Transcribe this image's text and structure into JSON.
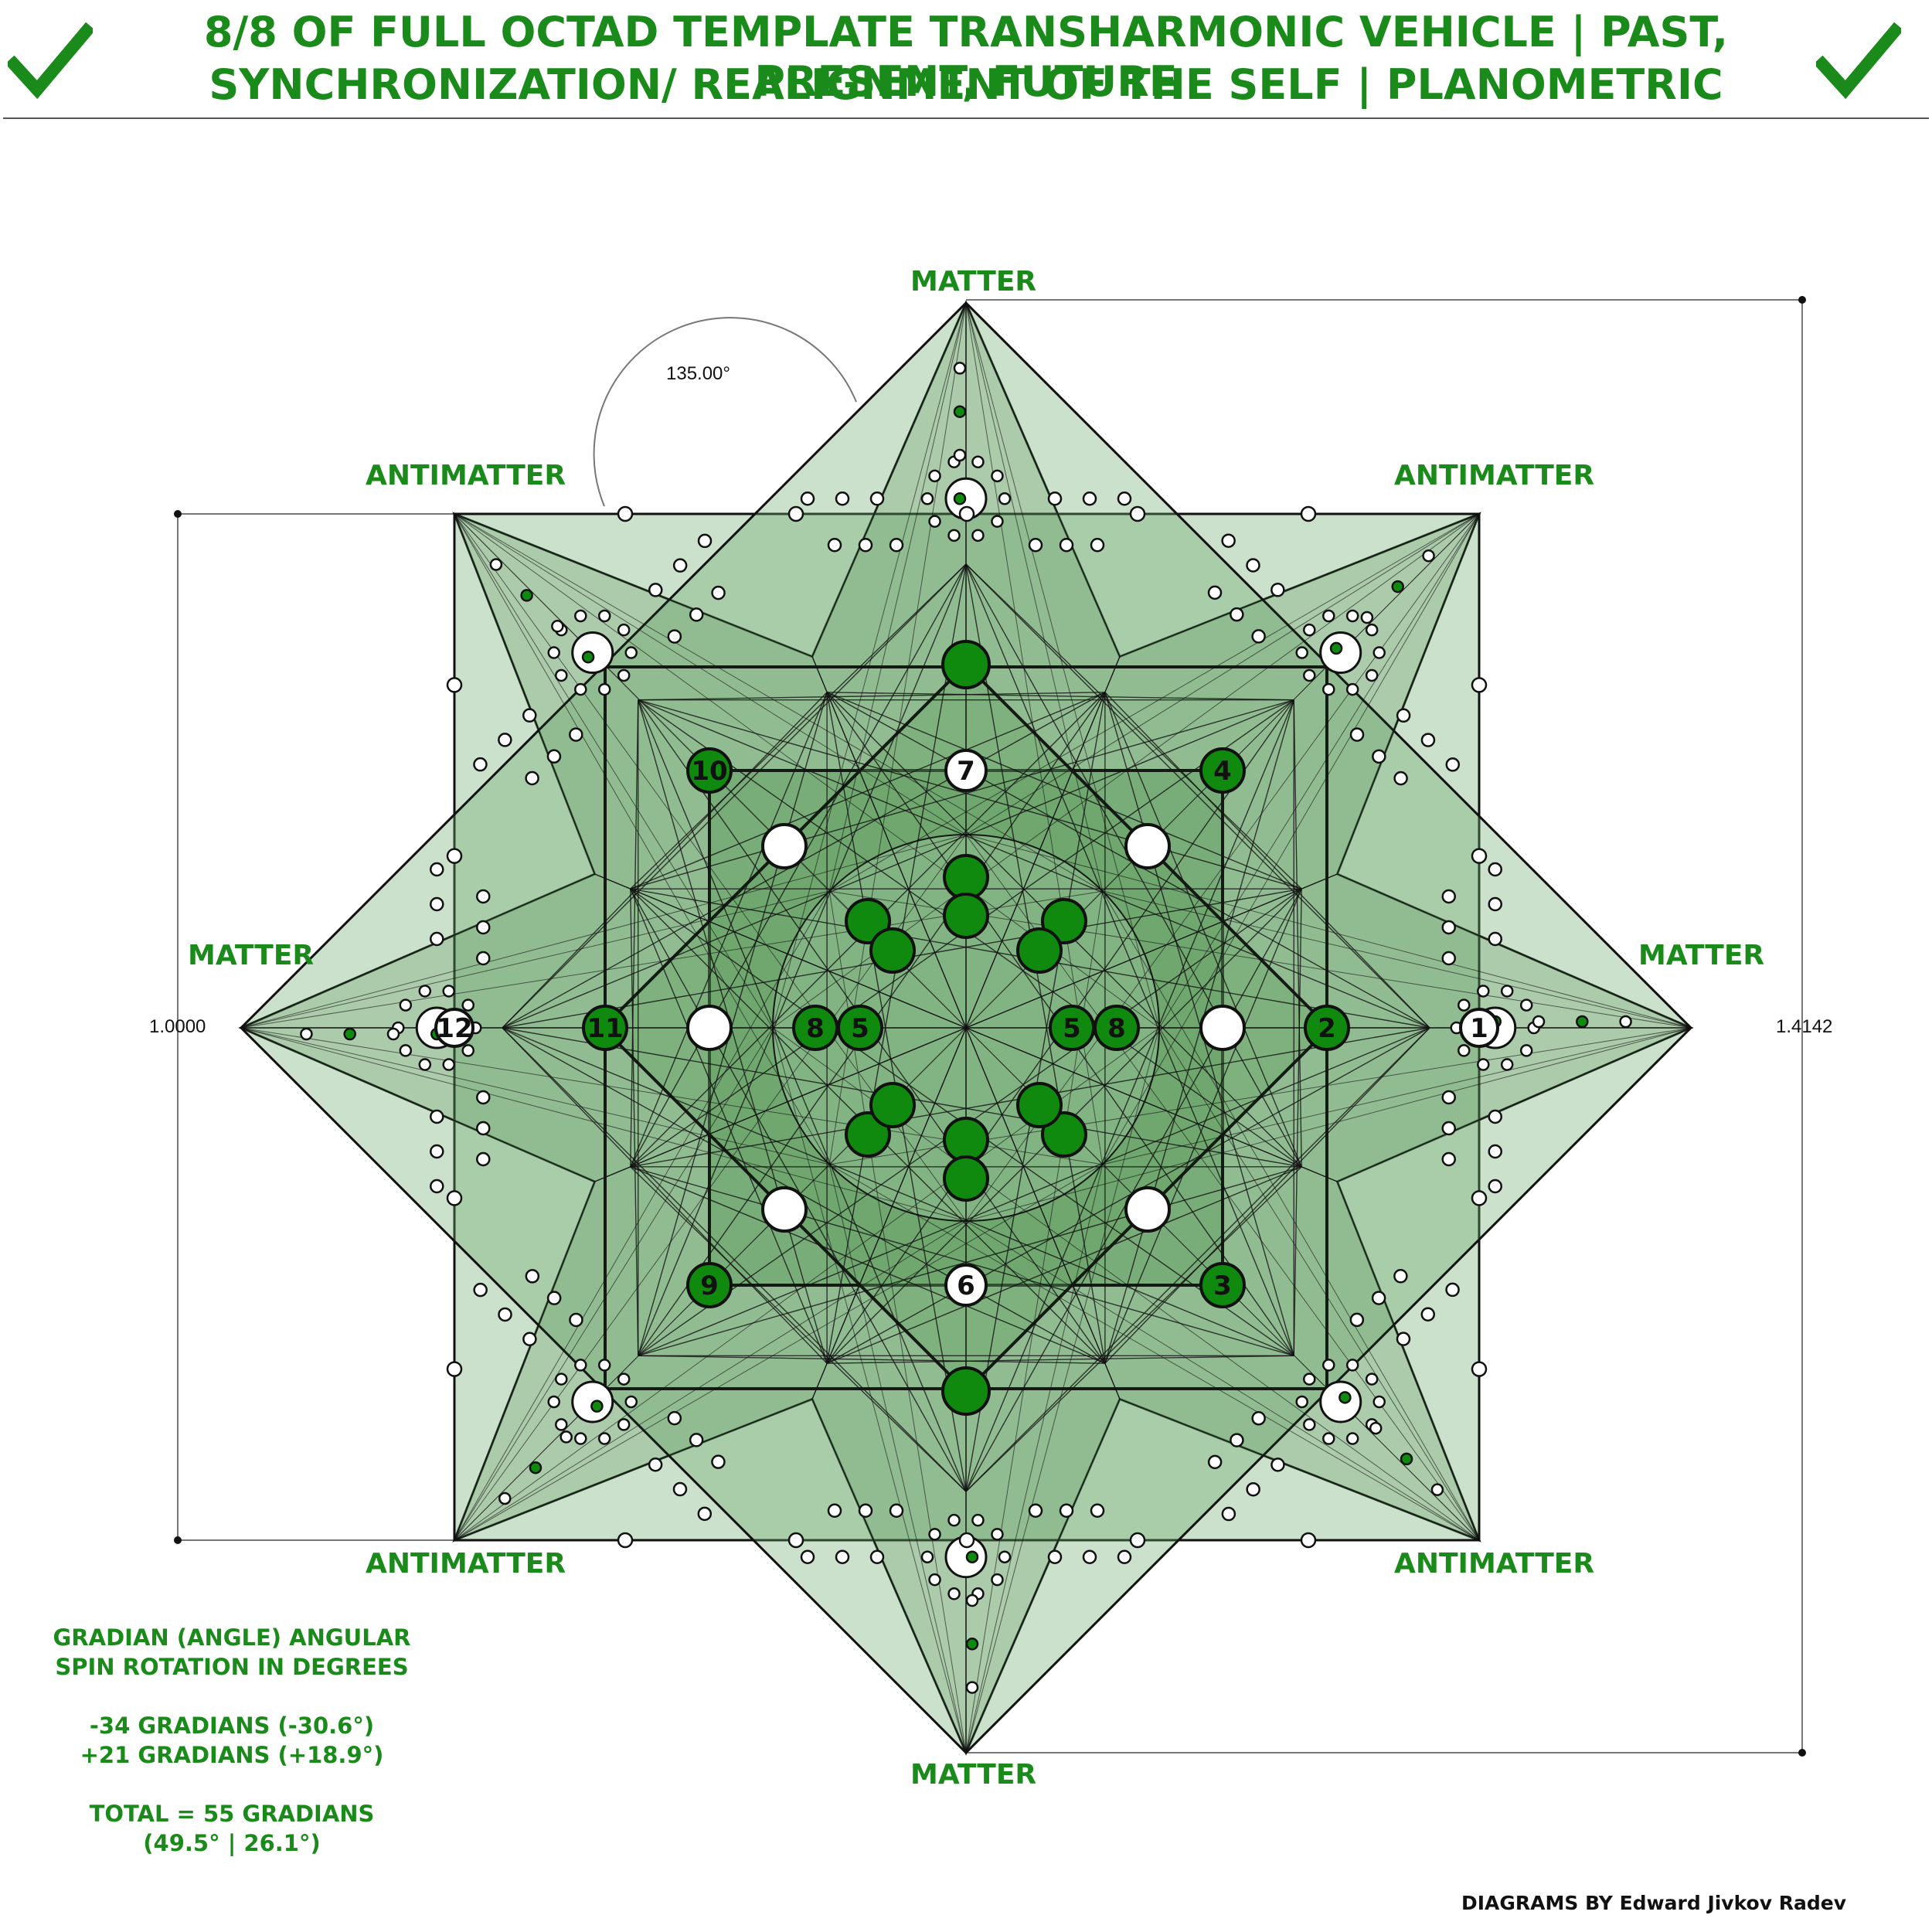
{
  "header": {
    "title_line1": "8/8 OF FULL OCTAD TEMPLATE TRANSHARMONIC VEHICLE | PAST, PRESENT, FUTURE",
    "title_line2": "SYNCHRONIZATION/ REALIGNMENT OF THE SELF | PLANOMETRIC",
    "icons": [
      "checkmark-icon",
      "checkmark-icon"
    ]
  },
  "labels": {
    "matter_top": "MATTER",
    "matter_bottom": "MATTER",
    "matter_left": "MATTER",
    "matter_right": "MATTER",
    "antimatter_top_left": "ANTIMATTER",
    "antimatter_top_right": "ANTIMATTER",
    "antimatter_bottom_left": "ANTIMATTER",
    "antimatter_bottom_right": "ANTIMATTER"
  },
  "dimensions": {
    "angle": "135.00°",
    "left_width": "1.0000",
    "right_width": "1.4142"
  },
  "nodes": [
    "1",
    "2",
    "3",
    "4",
    "5",
    "5",
    "6",
    "7",
    "8",
    "8",
    "9",
    "10",
    "11",
    "12"
  ],
  "notes": {
    "line1": "GRADIAN (ANGLE) ANGULAR",
    "line2": "SPIN ROTATION IN DEGREES",
    "line3": "-34 GRADIANS (-30.6°)",
    "line4": "+21 GRADIANS (+18.9°)",
    "line5": "TOTAL = 55 GRADIANS",
    "line6": "(49.5° | 26.1°)"
  },
  "credit": "DIAGRAMS BY Edward Jivkov Radev",
  "colors": {
    "accent_green": "#1a8a1a",
    "node_green": "#0f8a0f",
    "fill_green": "#6aa86a",
    "line": "#111111"
  }
}
